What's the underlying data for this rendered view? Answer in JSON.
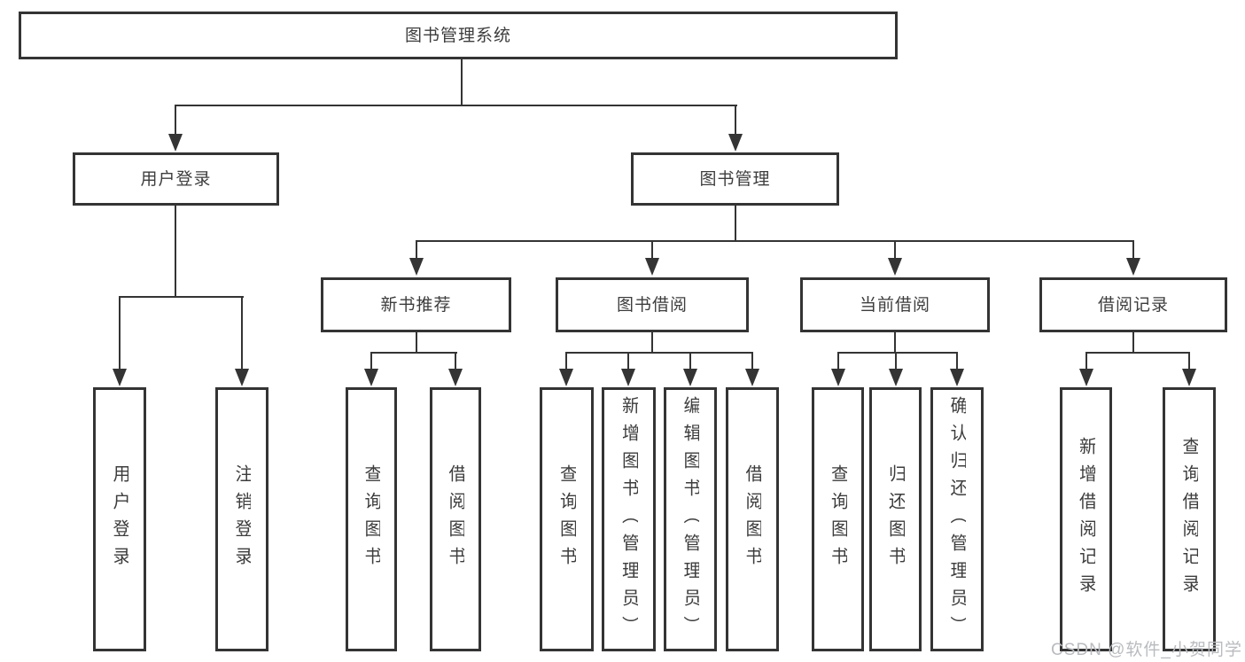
{
  "diagram": {
    "root": {
      "label": "图书管理系统"
    },
    "level2": [
      {
        "label": "用户登录"
      },
      {
        "label": "图书管理"
      }
    ],
    "level3": [
      {
        "label": "新书推荐"
      },
      {
        "label": "图书借阅"
      },
      {
        "label": "当前借阅"
      },
      {
        "label": "借阅记录"
      }
    ],
    "leaf_groups": {
      "user_login": [
        "用户登录",
        "注销登录"
      ],
      "new_book_recommend": [
        "查询图书",
        "借阅图书"
      ],
      "book_borrow": [
        "查询图书",
        "新增图书（管理员）",
        "编辑图书（管理员）",
        "借阅图书"
      ],
      "current_borrow": [
        "查询图书",
        "归还图书",
        "确认归还（管理员）"
      ],
      "borrow_record": [
        "新增借阅记录",
        "查询借阅记录"
      ]
    }
  },
  "watermark": "CSDN @软件_小贺同学",
  "colors": {
    "line": "#343434",
    "text": "#3d3d3d",
    "background": "#ffffff",
    "watermark": "#b9bbbf"
  }
}
